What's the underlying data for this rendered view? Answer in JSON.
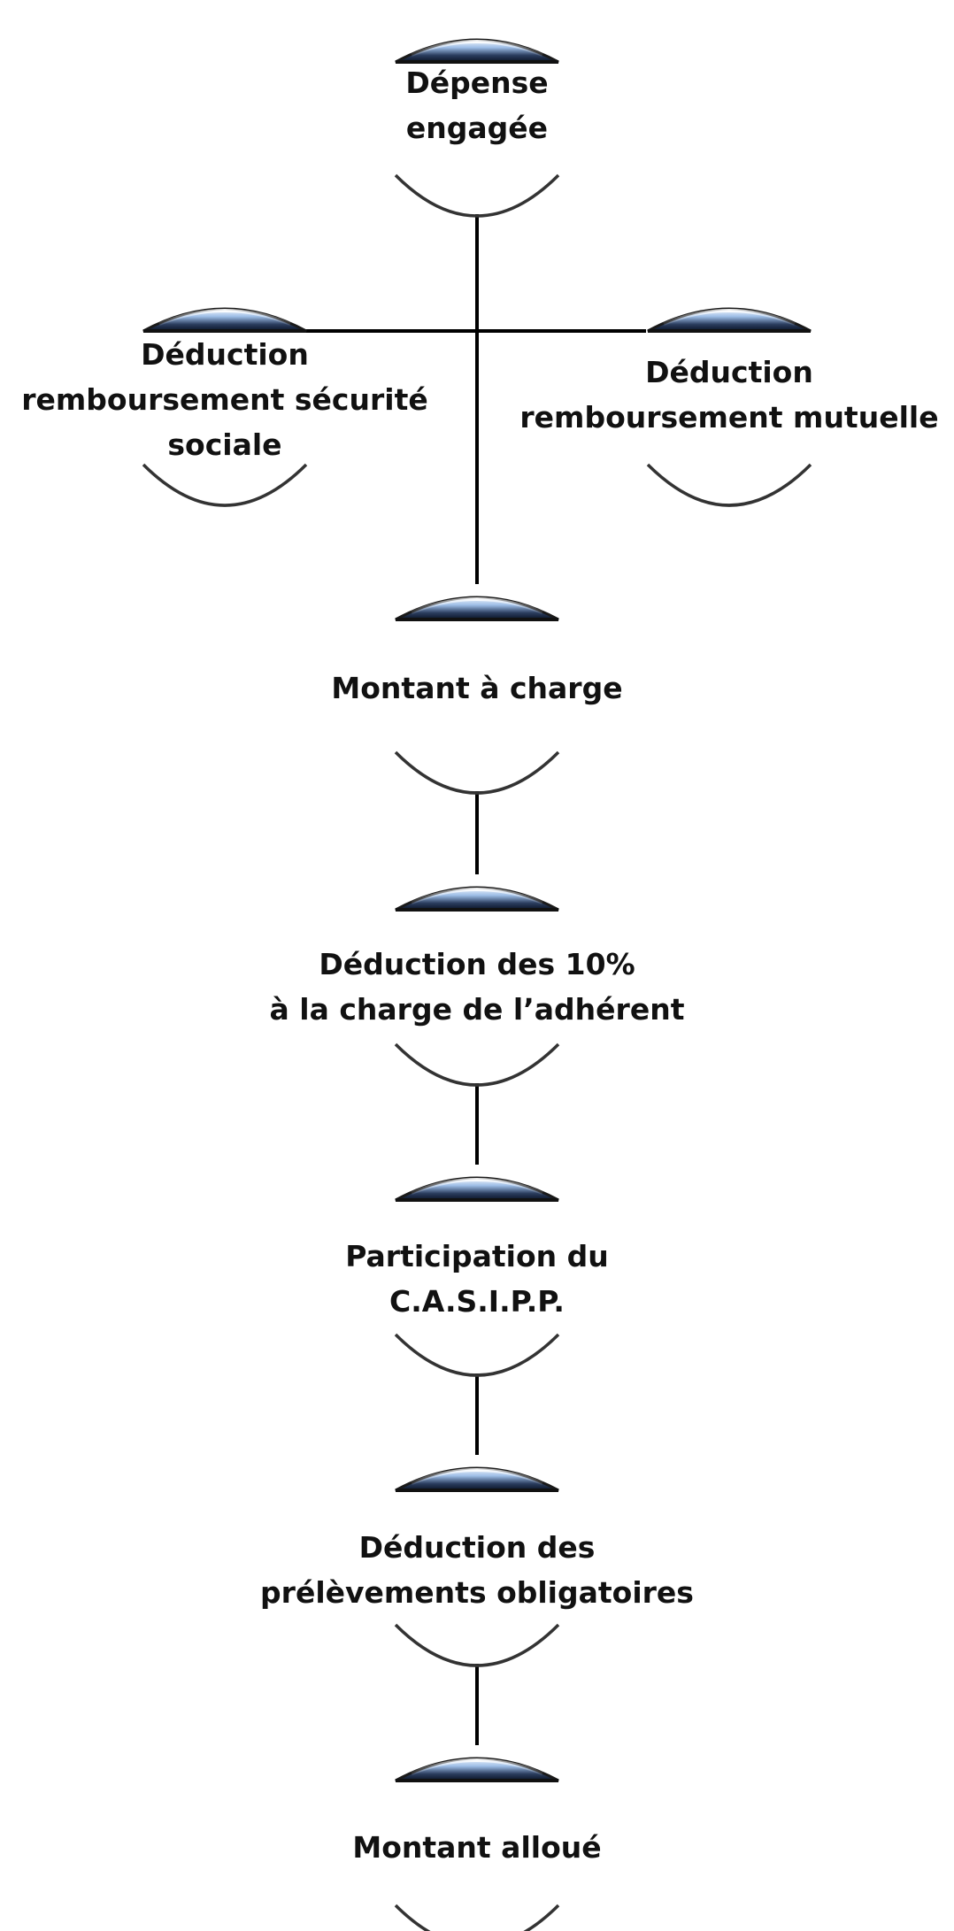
{
  "nodes": [
    {
      "id": "depense",
      "lines": [
        "Dépense",
        "engagée"
      ]
    },
    {
      "id": "secu",
      "lines": [
        "Déduction",
        "remboursement sécurité",
        "sociale"
      ]
    },
    {
      "id": "mutuelle",
      "lines": [
        "Déduction",
        "remboursement mutuelle"
      ]
    },
    {
      "id": "montant-charge",
      "lines": [
        "Montant à charge"
      ]
    },
    {
      "id": "dix-pourcent",
      "lines": [
        "Déduction des 10%",
        "à la charge de l’adhérent"
      ]
    },
    {
      "id": "casipp",
      "lines": [
        "Participation du",
        "C.A.S.I.P.P."
      ]
    },
    {
      "id": "prelevements",
      "lines": [
        "Déduction des",
        "prélèvements obligatoires"
      ]
    },
    {
      "id": "montant-alloue",
      "lines": [
        "Montant alloué"
      ]
    }
  ],
  "colors": {
    "line": "#000000",
    "cap_dark": "#0d1a30",
    "cap_blue": "#8fb0dc",
    "cap_highlight": "#e8f0fb",
    "cup_stroke": "#333333"
  }
}
